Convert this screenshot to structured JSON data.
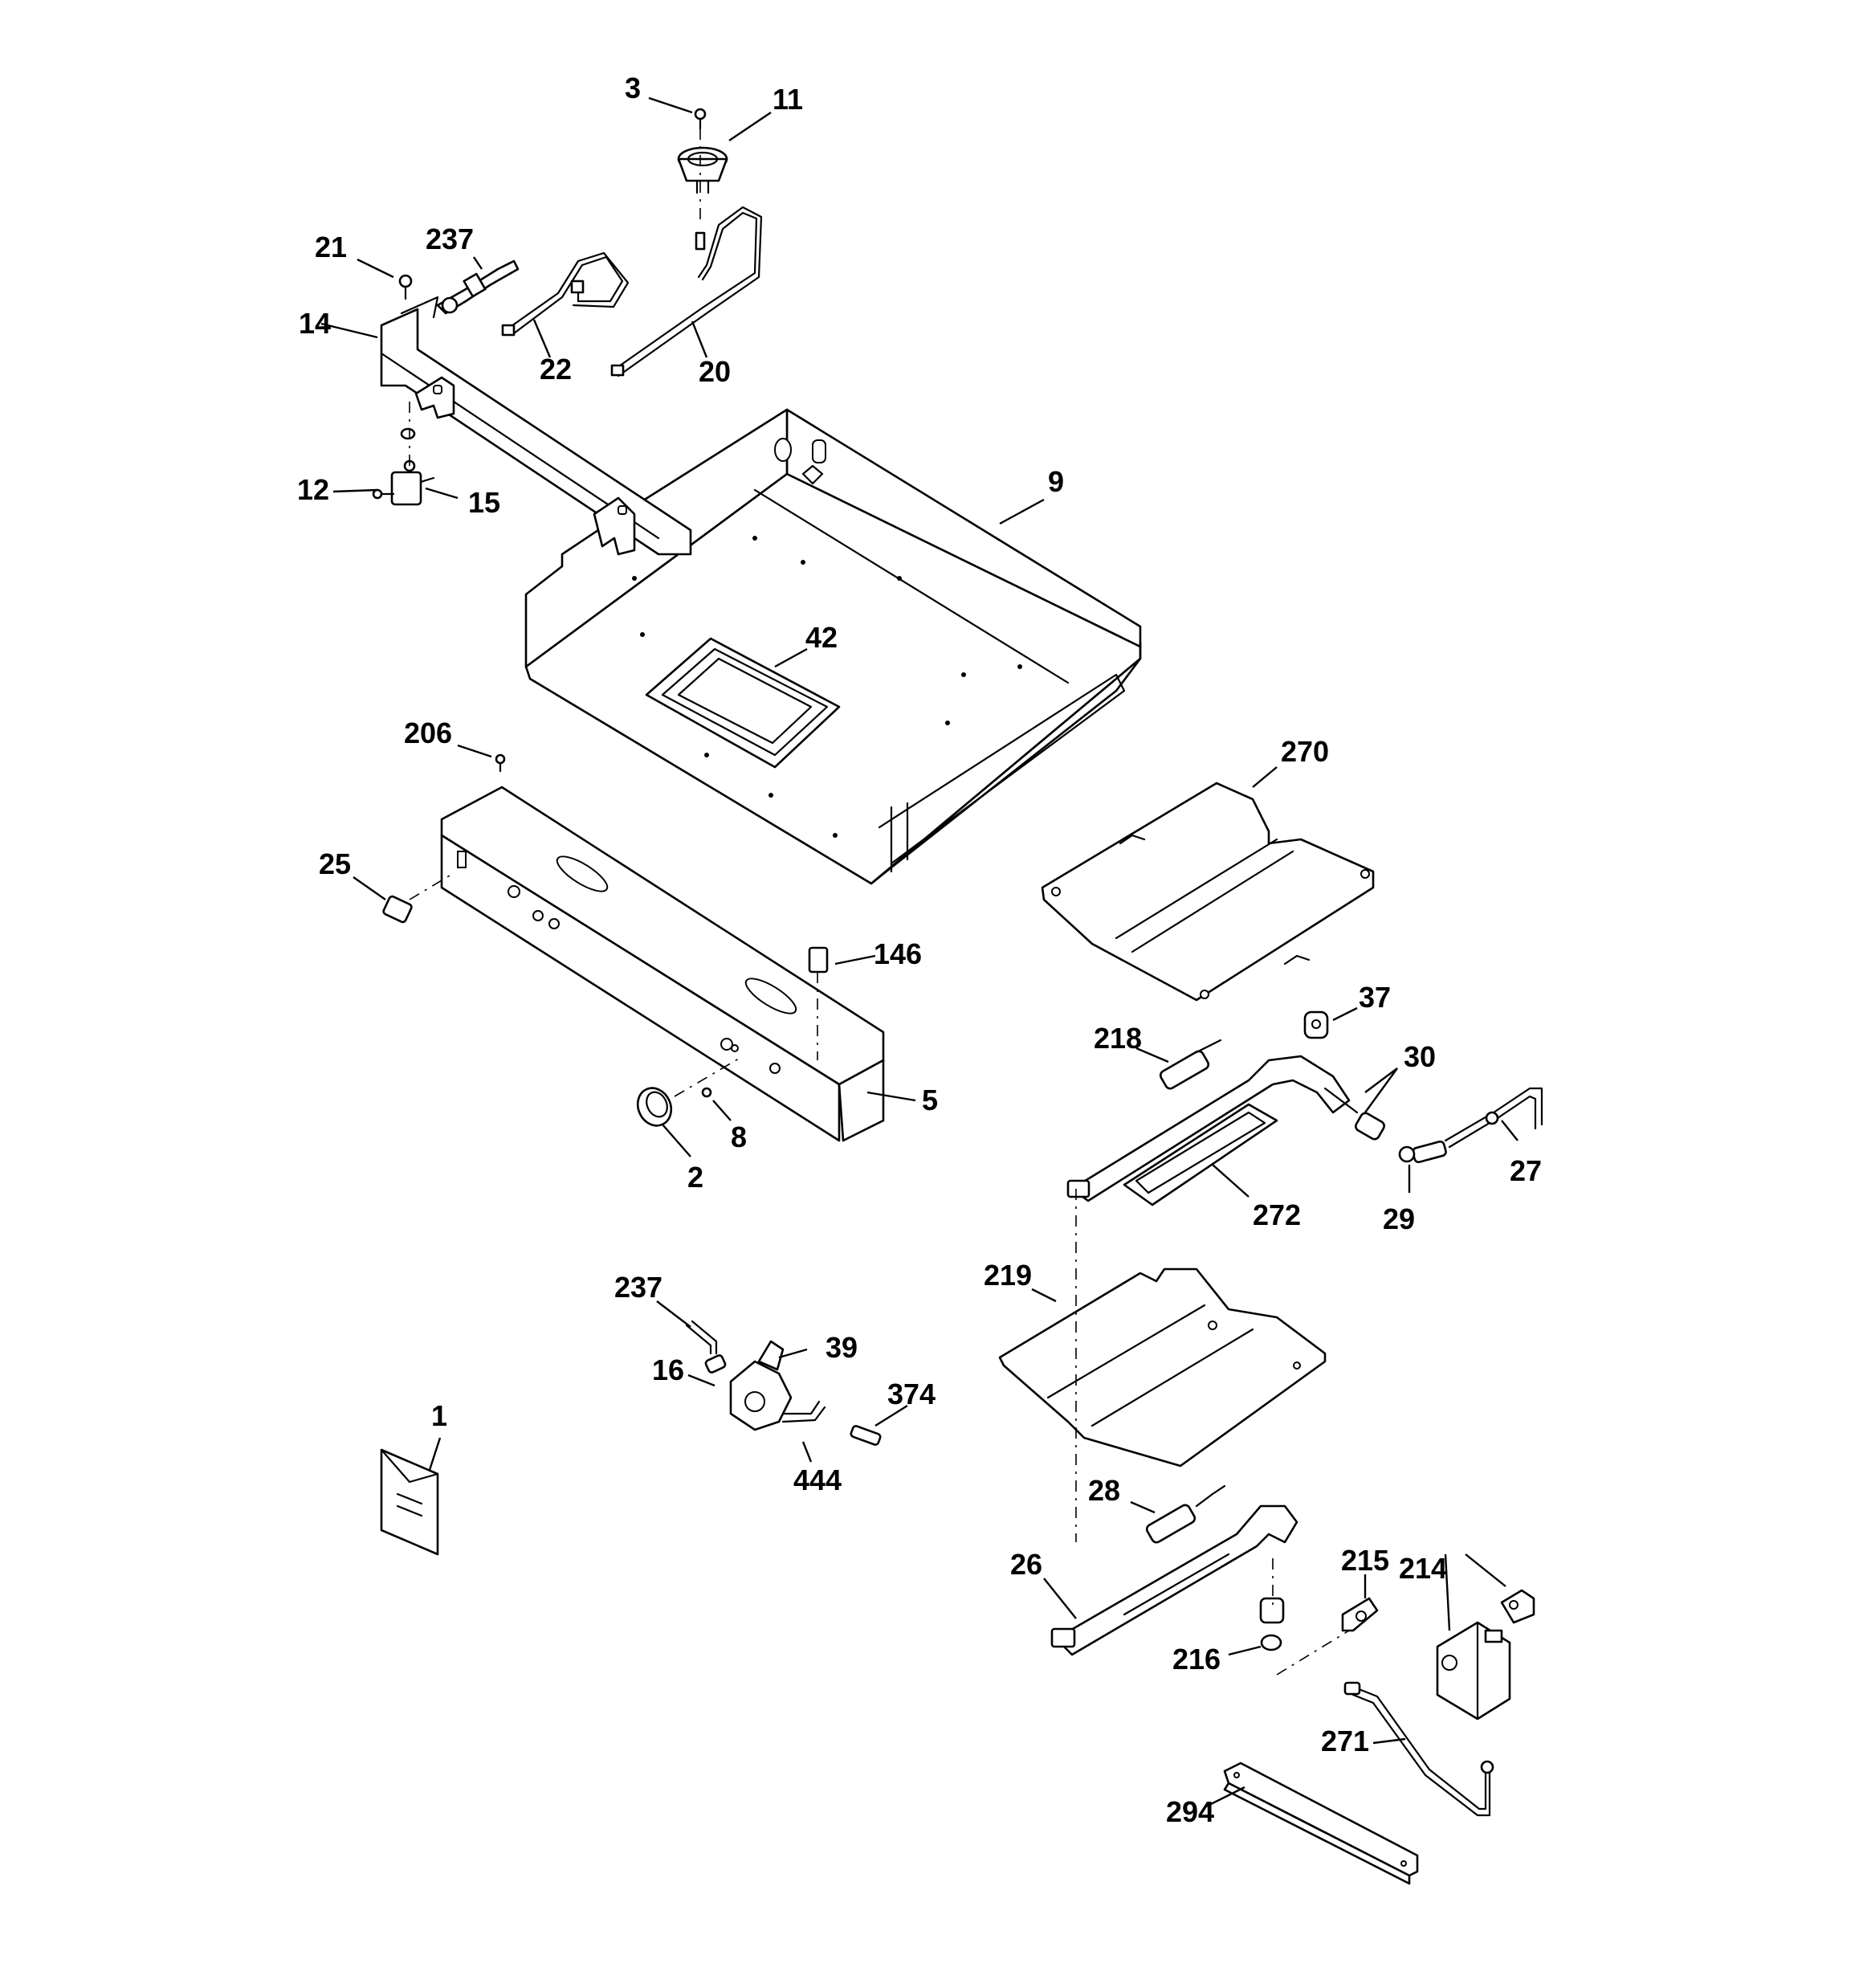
{
  "callouts": {
    "c1": "1",
    "c2": "2",
    "c3": "3",
    "c5": "5",
    "c8": "8",
    "c9": "9",
    "c11": "11",
    "c12": "12",
    "c14": "14",
    "c15": "15",
    "c16": "16",
    "c20": "20",
    "c21": "21",
    "c22": "22",
    "c25": "25",
    "c26": "26",
    "c27": "27",
    "c28": "28",
    "c29": "29",
    "c30": "30",
    "c37": "37",
    "c39": "39",
    "c42": "42",
    "c146": "146",
    "c206": "206",
    "c214": "214",
    "c215": "215",
    "c216": "216",
    "c218": "218",
    "c219": "219",
    "c237a": "237",
    "c237b": "237",
    "c270": "270",
    "c271": "271",
    "c272": "272",
    "c294": "294",
    "c374": "374",
    "c444": "444"
  }
}
